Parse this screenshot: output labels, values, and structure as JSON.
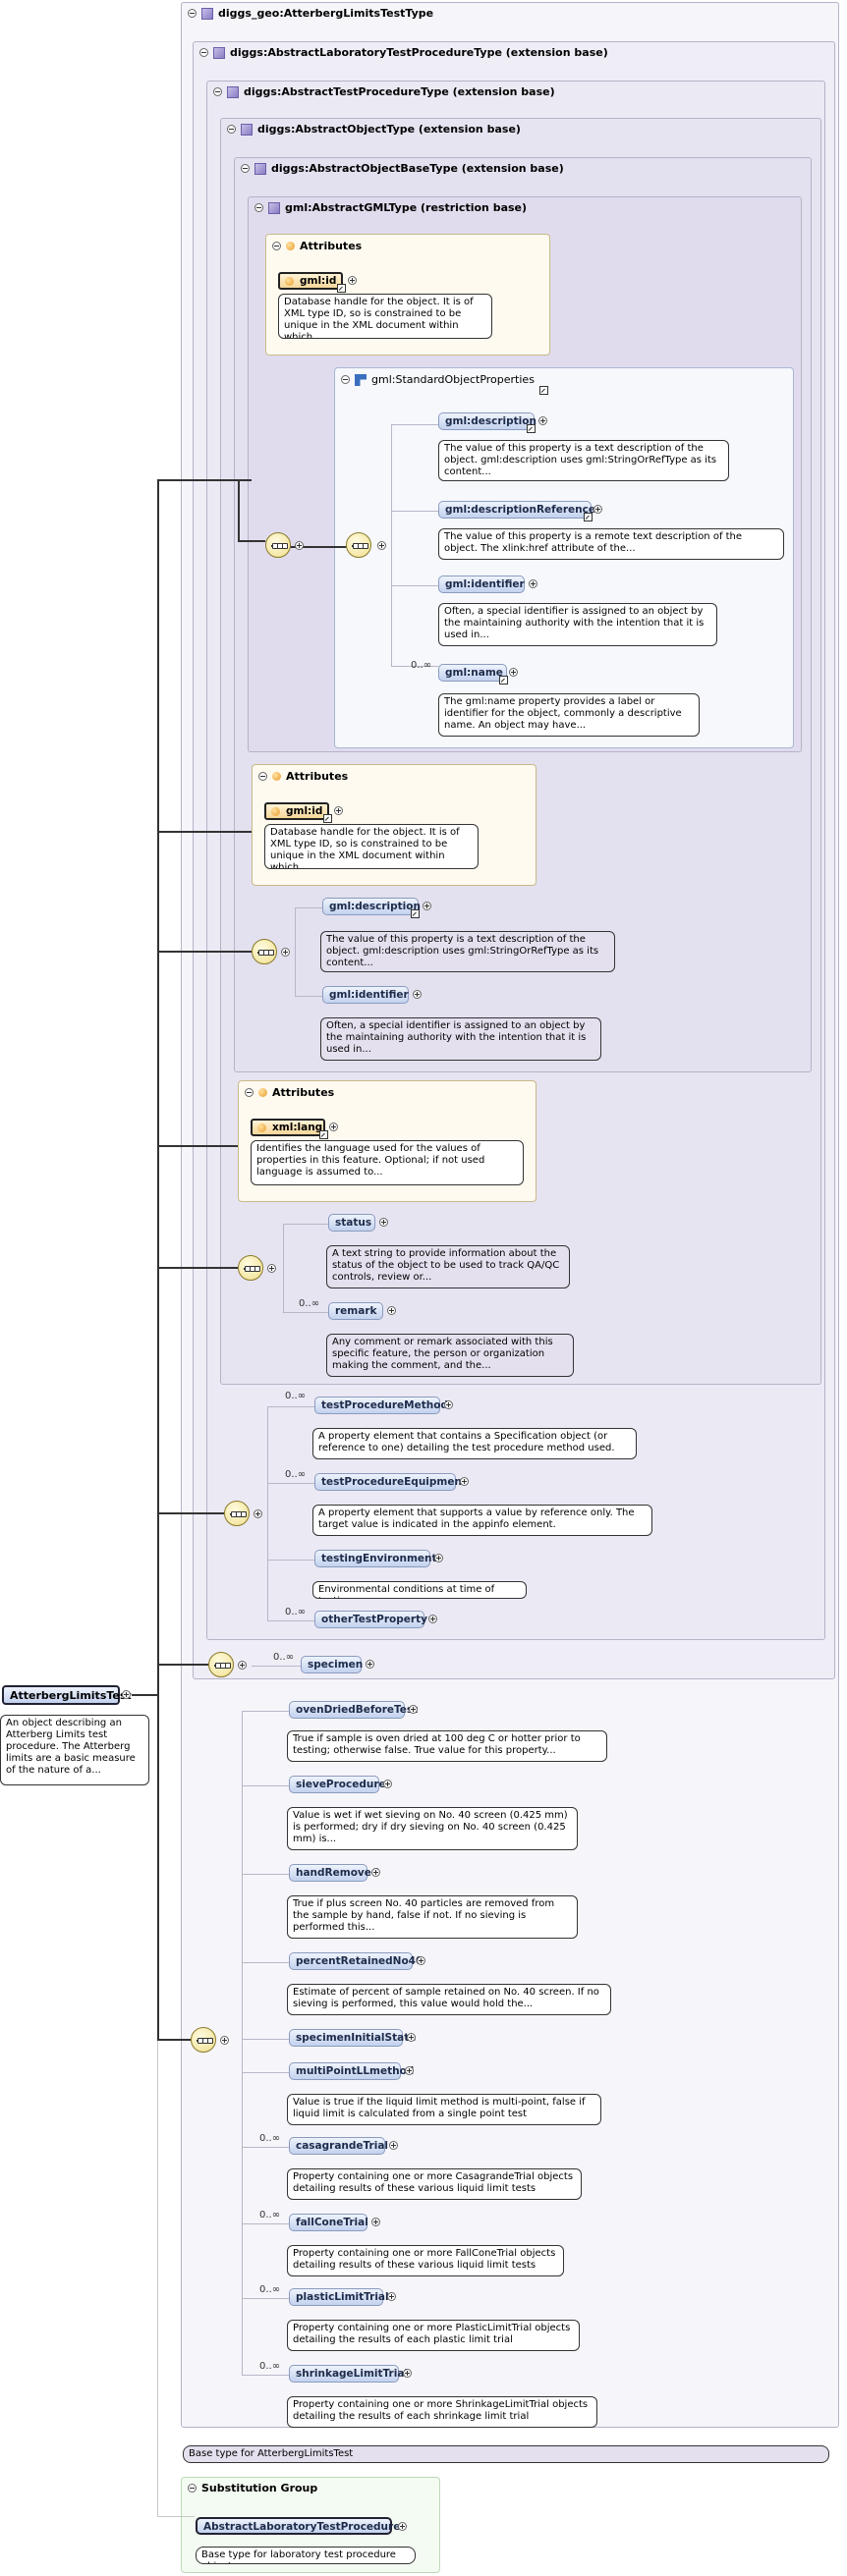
{
  "types": {
    "t0": "diggs_geo:AtterbergLimitsTestType",
    "t1": "diggs:AbstractLaboratoryTestProcedureType (extension base)",
    "t2": "diggs:AbstractTestProcedureType (extension base)",
    "t3": "diggs:AbstractObjectType (extension base)",
    "t4": "diggs:AbstractObjectBaseType (extension base)",
    "t5": "gml:AbstractGMLType (restriction base)"
  },
  "attributes_label": "Attributes",
  "gml_attrs": {
    "id_name": "gml:id",
    "id_doc": "Database handle for the object. It is of XML type ID, so is constrained to be unique in the XML document within which..."
  },
  "std_props": {
    "group_name": "gml:StandardObjectProperties",
    "description": "gml:description",
    "description_doc": "The value of this property is a text description of the object. gml:description uses gml:StringOrRefType as its content...",
    "descriptionReference": "gml:descriptionReference",
    "descriptionReference_doc": "The value of this property is a remote text description of the object. The xlink:href attribute of the...",
    "identifier": "gml:identifier",
    "identifier_doc": "Often, a special identifier is assigned to an object by the maintaining authority with the intention that it is used in...",
    "name_card": "0..∞",
    "name": "gml:name",
    "name_doc": "The gml:name property provides a label or identifier for the object, commonly a descriptive name. An object may have..."
  },
  "base_attrs": {
    "id_name": "gml:id",
    "id_doc": "Database handle for the object. It is of XML type ID, so is constrained to be unique in the XML document within which..."
  },
  "base_seq": {
    "description": "gml:description",
    "description_doc": "The value of this property is a text description of the object. gml:description uses gml:StringOrRefType as its content...",
    "identifier": "gml:identifier",
    "identifier_doc": "Often, a special identifier is assigned to an object by the maintaining authority with the intention that it is used in..."
  },
  "obj_attrs": {
    "lang_name": "xml:lang",
    "lang_doc": "Identifies the language used for the values of properties in this feature. Optional; if not used language is assumed to..."
  },
  "obj_seq": {
    "status": "status",
    "status_doc": "A text string to provide information about the status of the object to be used to track QA/QC controls, review or...",
    "remark_card": "0..∞",
    "remark": "remark",
    "remark_doc": "Any comment or remark associated with this specific feature, the person or organization making the comment, and the..."
  },
  "proc_seq": {
    "method_card": "0..∞",
    "method": "testProcedureMethod",
    "method_doc": "A property element that contains a Specification object (or reference to one) detailing the test procedure method used.",
    "equip_card": "0..∞",
    "equip": "testProcedureEquipment",
    "equip_doc": "A property element that supports a value by reference only. The target value is indicated in the appinfo element.",
    "env": "testingEnvironment",
    "env_doc": "Environmental conditions at time of testing",
    "other_card": "0..∞",
    "other": "otherTestProperty"
  },
  "lab_seq": {
    "specimen_card": "0..∞",
    "specimen": "specimen"
  },
  "root": {
    "name": "AtterbergLimitsTest",
    "doc": "An object describing an Atterberg Limits test procedure. The Atterberg limits are a basic measure of the nature of a..."
  },
  "own_seq": {
    "oven": "ovenDriedBeforeTest",
    "oven_doc": "True if sample is oven dried at 100 deg C or hotter prior to testing; otherwise false. True value for this property...",
    "sieve": "sieveProcedure",
    "sieve_doc": "Value is wet if wet sieving on No. 40 screen (0.425 mm) is performed; dry if dry sieving on No. 40 screen (0.425 mm) is...",
    "hand": "handRemoved",
    "hand_doc": "True if plus screen No. 40 particles are removed from the sample by hand, false if not. If no sieving is performed this...",
    "pct": "percentRetainedNo40",
    "pct_doc": "Estimate of percent of sample retained on No. 40 screen. If no sieving is performed, this value would hold the...",
    "initial": "specimenInitialState",
    "multi": "multiPointLLmethod",
    "multi_doc": "Value is true if the liquid limit method is multi-point, false if liquid limit is calculated from a single point test",
    "casa_card": "0..∞",
    "casa": "casagrandeTrial",
    "casa_doc": "Property containing one or more CasagrandeTrial objects detailing results of these various liquid limit tests",
    "fall_card": "0..∞",
    "fall": "fallConeTrial",
    "fall_doc": "Property containing one or more FallConeTrial objects detailing results of these various liquid limit tests",
    "plastic_card": "0..∞",
    "plastic": "plasticLimitTrial",
    "plastic_doc": "Property containing one or more PlasticLimitTrial objects detailing the results of each plastic limit trial",
    "shrink_card": "0..∞",
    "shrink": "shrinkageLimitTrial",
    "shrink_doc": "Property containing one or more ShrinkageLimitTrial objects detailing the results of each shrinkage limit trial"
  },
  "base_type_note": "Base type for AtterbergLimitsTest",
  "subst": {
    "label": "Substitution Group",
    "elem": "AbstractLaboratoryTestProcedure",
    "doc": "Base type for laboratory test procedure objects"
  }
}
